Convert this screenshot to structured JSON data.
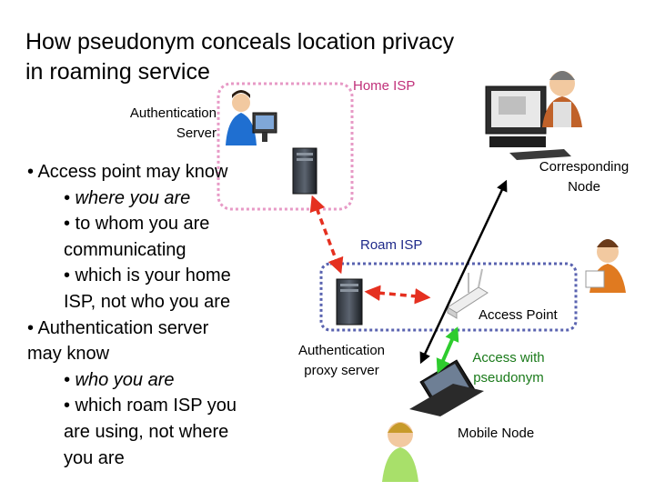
{
  "title": {
    "line1": "How pseudonym conceals location privacy",
    "line2": "in roaming service"
  },
  "labels": {
    "home_isp": "Home ISP",
    "auth_server_1": "Authentication",
    "auth_server_2": "Server",
    "corresponding_1": "Corresponding",
    "corresponding_2": "Node",
    "roam_isp": "Roam ISP",
    "access_point": "Access Point",
    "auth_proxy_1": "Authentication",
    "auth_proxy_2": "proxy server",
    "access_with_1": "Access with",
    "access_with_2": "pseudonym",
    "mobile_node": "Mobile Node"
  },
  "bullets": [
    {
      "text": "• Access point may know",
      "level": 1,
      "italic": false
    },
    {
      "text": "• where you are",
      "level": 2,
      "italic": true
    },
    {
      "text": "• to whom you are",
      "level": 2,
      "italic": false
    },
    {
      "text": "communicating",
      "level": 2,
      "italic": false
    },
    {
      "text": "• which is your home",
      "level": 2,
      "italic": false
    },
    {
      "text": "ISP, not who you are",
      "level": 2,
      "italic": false
    },
    {
      "text": "• Authentication server",
      "level": 1,
      "italic": false
    },
    {
      "text": "may know",
      "level": 1,
      "italic": false
    },
    {
      "text": "• who you are",
      "level": 2,
      "italic": true
    },
    {
      "text": "• which roam ISP you",
      "level": 2,
      "italic": false
    },
    {
      "text": "are using, not where",
      "level": 2,
      "italic": false
    },
    {
      "text": "you are",
      "level": 2,
      "italic": false
    }
  ],
  "colors": {
    "home_isp_text": "#c0307a",
    "roam_isp_text": "#1f2a8a",
    "access_with_text": "#1a7a1a",
    "home_box": "#e79ac6",
    "roam_box": "#5a63b0",
    "red_arrow": "#e53020",
    "green_arrow": "#2ecc2e",
    "black_arrow": "#000000"
  }
}
